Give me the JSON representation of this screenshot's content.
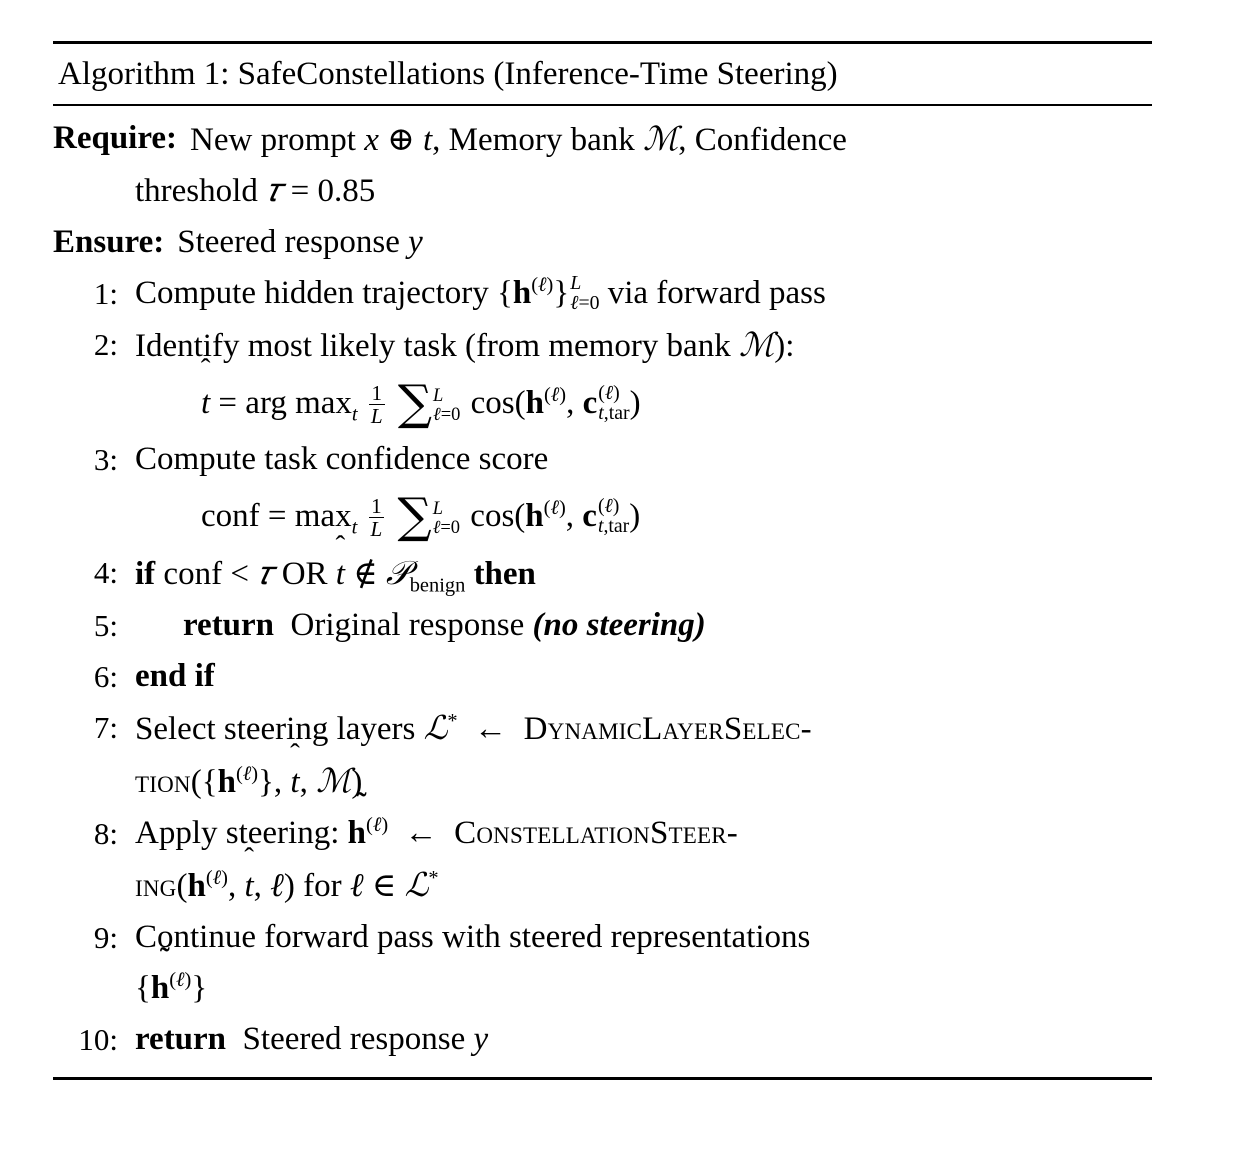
{
  "document": {
    "type": "algorithm-float",
    "caption": "Algorithm 1: SafeConstellations (Inference-Time Steering)",
    "caption_number": "Algorithm 1",
    "caption_title": "SafeConstellations (Inference-Time Steering)"
  },
  "preamble": {
    "require_label": "Require:",
    "require_text_1": "New prompt x ⊕ t, Memory bank M, Confidence",
    "require_text_2": "threshold τ = 0.85",
    "ensure_label": "Ensure:",
    "ensure_text": "Steered response y"
  },
  "steps": [
    {
      "num": "1:",
      "text": "Compute hidden trajectory {h(ℓ)}Lℓ=0 via forward pass",
      "plain": "Compute hidden trajectory {h^(l)}_{l=0}^{L} via forward pass"
    },
    {
      "num": "2:",
      "text": "Identify most likely task (from memory bank M):",
      "math": "t̂ = arg max_t (1/L) Σ_{ℓ=0}^{L} cos(h^(ℓ), c^(ℓ)_{t,tar})"
    },
    {
      "num": "3:",
      "text": "Compute task confidence score",
      "math": "conf = max_t (1/L) Σ_{ℓ=0}^{L} cos(h^(ℓ), c^(ℓ)_{t,tar})"
    },
    {
      "num": "4:",
      "text": "if conf < τ OR t̂ ∉ T_benign then",
      "keyword_lead": "if",
      "keyword_tail": "then"
    },
    {
      "num": "5:",
      "text": "return Original response (no steering)",
      "keyword_lead": "return",
      "emphasis": "(no steering)"
    },
    {
      "num": "6:",
      "text": "end if",
      "keyword_lead": "end if"
    },
    {
      "num": "7:",
      "text": "Select steering layers L* ← DynamicLayerSelection({h(ℓ)}, t̂, M)",
      "proc": "DynamicLayerSelection"
    },
    {
      "num": "8:",
      "text": "Apply steering: h̃(ℓ) ← ConstellationSteering(h(ℓ), t̂, ℓ) for ℓ ∈ L*",
      "proc": "ConstellationSteering"
    },
    {
      "num": "9:",
      "text": "Continue forward pass with steered representations {h̃(ℓ)}"
    },
    {
      "num": "10:",
      "text": "return Steered response y",
      "keyword_lead": "return"
    }
  ],
  "symbols": {
    "memory_bank": "M",
    "tau": "τ",
    "tau_value": "0.85",
    "layer_set": "L*",
    "benign_tasks": "T_benign",
    "confidence": "conf",
    "hidden_state": "h",
    "centroid": "c",
    "layers_total": "L",
    "layer_index": "ℓ",
    "response": "y",
    "task_hat": "t̂"
  },
  "labels": {
    "step1_prefix": "Compute hidden trajectory",
    "step1_suffix": "via forward pass",
    "step2_text": "Identify most likely task (from memory bank",
    "step2_close": "):",
    "step3_text": "Compute task confidence score",
    "step4_cond": "conf",
    "step4_or": "OR",
    "step4_then": "then",
    "step4_if": "if",
    "step5_return": "return",
    "step5_text": "Original response",
    "step5_emph": "(no steering)",
    "step6_text": "end if",
    "step7_text": "Select steering layers",
    "step7_proc_a": "Dynamic",
    "step7_proc_b": "Layer",
    "step7_proc_c": "Selec-",
    "step7_proc_d": "tion",
    "step8_text": "Apply steering:",
    "step8_proc_a": "Constellation",
    "step8_proc_b": "Steer-",
    "step8_proc_c": "ing",
    "step8_for": "for",
    "step9_text": "Continue forward pass with steered representations",
    "step10_return": "return",
    "step10_text": "Steered response",
    "require_new_prompt": "New prompt",
    "require_memory": ", Memory bank",
    "require_conf": ", Confidence",
    "require_threshold": "threshold",
    "ensure_steered": "Steered response"
  },
  "colors": {
    "text": "#000000",
    "background": "#ffffff",
    "rule": "#000000"
  }
}
